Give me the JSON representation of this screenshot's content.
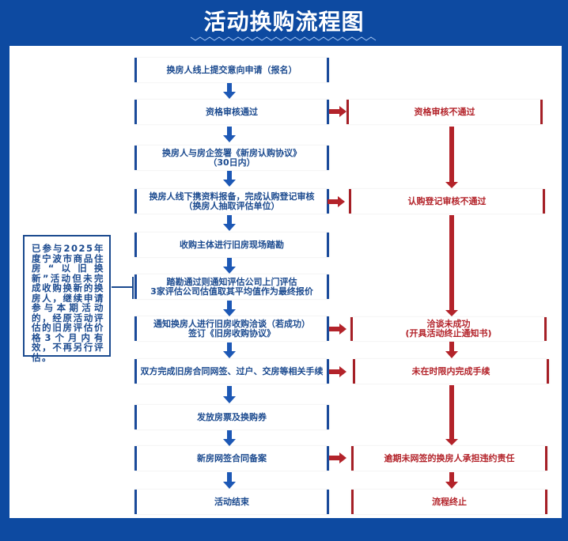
{
  "title": "活动换购流程图",
  "colors": {
    "background": "#0d4aa1",
    "main_flow": "#1a4a9a",
    "failure_flow": "#a51f26"
  },
  "main_flow": [
    {
      "id": "apply",
      "text": "换房人线上提交意向申请（报名）"
    },
    {
      "id": "qualify-pass",
      "text": "资格审核通过"
    },
    {
      "id": "sign-new",
      "text": "换房人与房企签署《新房认购协议》\n（30日内）"
    },
    {
      "id": "offline-register",
      "text": "换房人线下携资料报备，完成认购登记审核\n（换房人抽取评估单位）"
    },
    {
      "id": "survey",
      "text": "收购主体进行旧房现场踏勘"
    },
    {
      "id": "appraise",
      "text": "踏勘通过则通知评估公司上门评估\n3家评估公司估值取其平均值作为最终报价"
    },
    {
      "id": "negotiate",
      "text": "通知换房人进行旧房收购洽谈（若成功）\n签订《旧房收购协议》"
    },
    {
      "id": "transfer",
      "text": "双方完成旧房合同网签、过户、交房等相关手续"
    },
    {
      "id": "issue-ticket",
      "text": "发放房票及换购券"
    },
    {
      "id": "file-contract",
      "text": "新房网签合同备案"
    },
    {
      "id": "end",
      "text": "活动结束"
    }
  ],
  "failure_flow": [
    {
      "id": "qualify-fail",
      "text": "资格审核不通过"
    },
    {
      "id": "register-fail",
      "text": "认购登记审核不通过"
    },
    {
      "id": "negotiate-fail",
      "text": "洽谈未成功\n(开具活动终止通知书)"
    },
    {
      "id": "timeout",
      "text": "未在时限内完成手续"
    },
    {
      "id": "breach",
      "text": "逾期未网签的换房人承担违约责任"
    },
    {
      "id": "terminate",
      "text": "流程终止"
    }
  ],
  "side_note": "已参与2025年度宁波市商品住房“以旧换新”活动但未完成收购换新的换房人，继续申请参与本期活动的，经原活动评估的旧房评估价格3个月内有效，不再另行评估。"
}
